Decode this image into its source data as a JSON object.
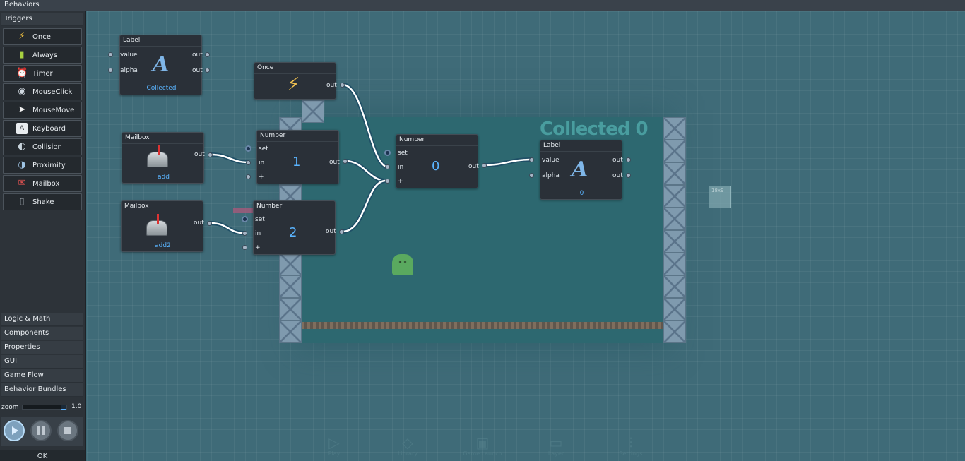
{
  "topbar": {
    "title": "Behaviors"
  },
  "sidebar": {
    "triggers_header": "Triggers",
    "triggers": [
      {
        "label": "Once",
        "icon": "lightning-icon"
      },
      {
        "label": "Always",
        "icon": "battery-icon"
      },
      {
        "label": "Timer",
        "icon": "alarm-clock-icon"
      },
      {
        "label": "MouseClick",
        "icon": "mouse-icon"
      },
      {
        "label": "MouseMove",
        "icon": "cursor-icon"
      },
      {
        "label": "Keyboard",
        "icon": "keyboard-key-icon"
      },
      {
        "label": "Collision",
        "icon": "collision-icon"
      },
      {
        "label": "Proximity",
        "icon": "proximity-icon"
      },
      {
        "label": "Mailbox",
        "icon": "mailbox-icon"
      },
      {
        "label": "Shake",
        "icon": "phone-icon"
      }
    ],
    "categories": [
      "Logic & Math",
      "Components",
      "Properties",
      "GUI",
      "Game Flow",
      "Behavior Bundles"
    ],
    "zoom_label": "zoom",
    "zoom_value": "1.0",
    "ok_label": "OK"
  },
  "canvas": {
    "room_title": "Collected 0",
    "ghost_label": "18x9",
    "nodes": {
      "label1": {
        "title": "Label",
        "in1": "value",
        "in2": "alpha",
        "out1": "out",
        "out2": "out",
        "text": "Collected"
      },
      "once": {
        "title": "Once",
        "out": "out"
      },
      "mailbox1": {
        "title": "Mailbox",
        "out": "out",
        "text": "add"
      },
      "mailbox2": {
        "title": "Mailbox",
        "out": "out",
        "text": "add2"
      },
      "number1": {
        "title": "Number",
        "in1": "set",
        "in2": "in",
        "in3": "+",
        "out": "out",
        "value": "1"
      },
      "number2": {
        "title": "Number",
        "in1": "set",
        "in2": "in",
        "in3": "+",
        "out": "out",
        "value": "2"
      },
      "number0": {
        "title": "Number",
        "in1": "set",
        "in2": "in",
        "in3": "+",
        "out": "out",
        "value": "0"
      },
      "label2": {
        "title": "Label",
        "in1": "value",
        "in2": "alpha",
        "out1": "out",
        "out2": "out",
        "text": "0"
      }
    },
    "bottom_toolbar": [
      {
        "label": "Play",
        "icon": "play-icon"
      },
      {
        "label": "Library",
        "icon": "cube-icon"
      },
      {
        "label": "Game Launch",
        "icon": "image-icon"
      },
      {
        "label": "Layer",
        "icon": "layers-icon"
      },
      {
        "label": "Settings",
        "icon": "sliders-icon"
      }
    ]
  },
  "colors": {
    "accent": "#5ab4ff",
    "wire": "#ffffff",
    "room": "#2d6870",
    "canvas": "#3f6b78"
  }
}
